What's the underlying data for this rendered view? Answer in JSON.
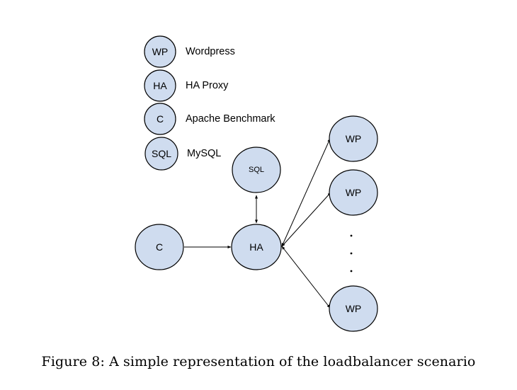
{
  "legend": [
    {
      "symbol": "WP",
      "label": "Wordpress"
    },
    {
      "symbol": "HA",
      "label": "HA Proxy"
    },
    {
      "symbol": "C",
      "label": "Apache Benchmark"
    },
    {
      "symbol": "SQL",
      "label": "MySQL"
    }
  ],
  "nodes": {
    "client": "C",
    "haproxy": "HA",
    "mysql": "SQL",
    "wp1": "WP",
    "wp2": "WP",
    "wp3": "WP"
  },
  "caption": "Figure 8: A simple representation of the loadbalancer scenario",
  "colors": {
    "node_fill": "#cfdcef",
    "stroke": "#000000"
  }
}
